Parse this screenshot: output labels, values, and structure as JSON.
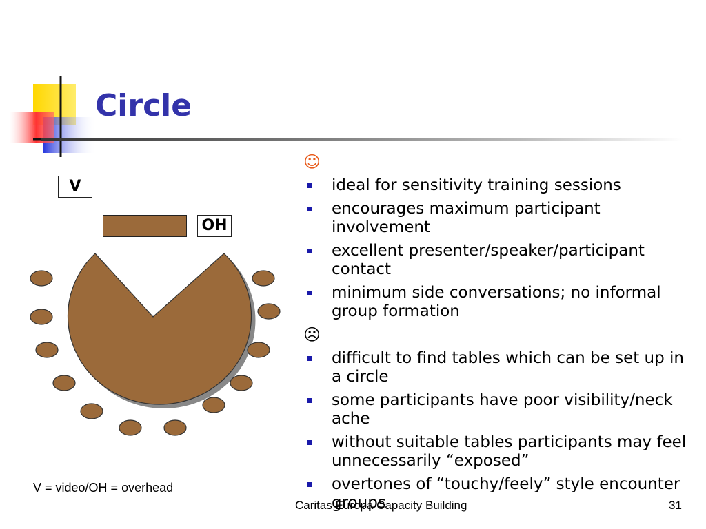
{
  "slide": {
    "title": "Circle",
    "diagram": {
      "video_label": "V",
      "overhead_label": "OH",
      "legend": "V = video/OH = overhead"
    },
    "items": [
      {
        "kind": "face",
        "glyph": "☺",
        "icon": "smiley-face-icon"
      },
      {
        "kind": "bullet",
        "text": "ideal for sensitivity training sessions"
      },
      {
        "kind": "bullet",
        "text": "encourages maximum participant involvement"
      },
      {
        "kind": "bullet",
        "text": "excellent presenter/speaker/participant contact"
      },
      {
        "kind": "bullet",
        "text": "minimum side conversations; no informal group formation"
      },
      {
        "kind": "face",
        "glyph": "☹",
        "icon": "frowning-face-icon"
      },
      {
        "kind": "bullet",
        "text": "difficult to find tables which can be set up in a circle"
      },
      {
        "kind": "bullet",
        "text": "some participants have poor visibility/neck ache"
      },
      {
        "kind": "bullet",
        "text": "without suitable tables participants may feel unnecessarily “exposed”"
      },
      {
        "kind": "bullet",
        "text": "overtones of “touchy/feely” style encounter groups"
      }
    ],
    "footer": "Caritas Europa Capacity Building",
    "page_number": "31"
  },
  "colors": {
    "title": "#3333aa",
    "table": "#9b6a3a",
    "bullet": "#1a1aaa",
    "deco_yellow": "#ffd700",
    "deco_blue": "#3344ee",
    "deco_red": "#ff3333"
  }
}
